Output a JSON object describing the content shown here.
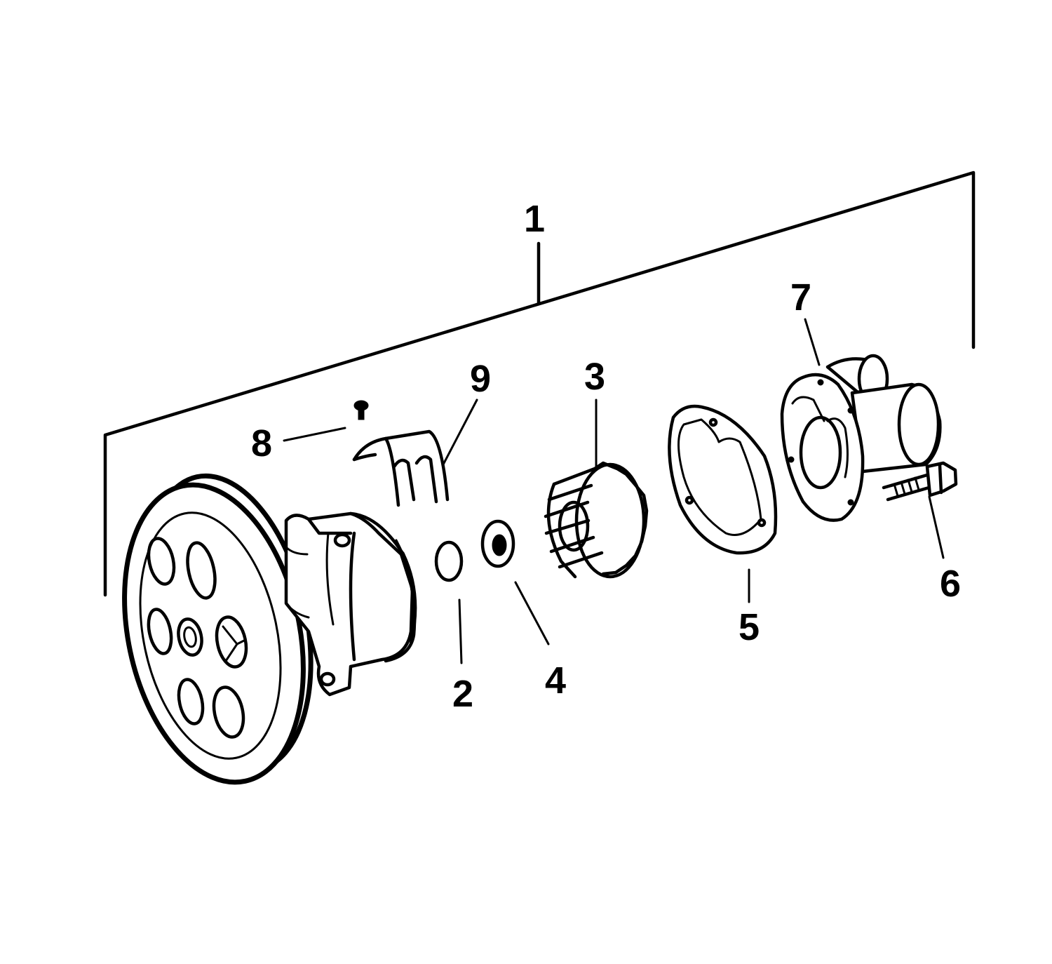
{
  "diagram": {
    "callouts": [
      {
        "id": "1",
        "text": "1"
      },
      {
        "id": "2",
        "text": "2"
      },
      {
        "id": "3",
        "text": "3"
      },
      {
        "id": "4",
        "text": "4"
      },
      {
        "id": "5",
        "text": "5"
      },
      {
        "id": "6",
        "text": "6"
      },
      {
        "id": "7",
        "text": "7"
      },
      {
        "id": "8",
        "text": "8"
      },
      {
        "id": "9",
        "text": "9"
      }
    ],
    "colors": {
      "ink": "#000000",
      "background": "#ffffff"
    }
  }
}
